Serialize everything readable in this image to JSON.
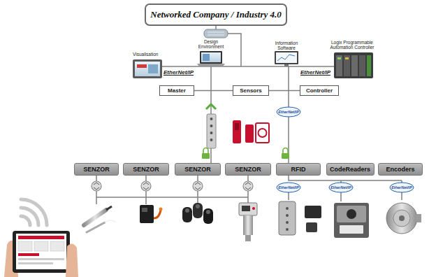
{
  "diagram": {
    "title": "Networked Company / Industry 4.0",
    "nodes": [
      {
        "text": [
          "Networked Company / Industry 4.0"
        ]
      },
      {
        "text": [
          "Master"
        ]
      },
      {
        "text": [
          "Sensors"
        ]
      },
      {
        "text": [
          "Controller"
        ]
      },
      {
        "text": [
          "SENZOR"
        ]
      },
      {
        "text": [
          "SENZOR"
        ]
      },
      {
        "text": [
          "SENZOR"
        ]
      },
      {
        "text": [
          "SENZOR"
        ]
      },
      {
        "text": [
          "RFID"
        ]
      },
      {
        "text": [
          "CodeReaders"
        ]
      },
      {
        "text": [
          "Encoders"
        ]
      }
    ],
    "edges": [
      {
        "from": 1,
        "to": 2,
        "arrow": "none"
      },
      {
        "from": 2,
        "to": 3,
        "arrow": "none"
      }
    ],
    "labels": [
      "Visualisation",
      "Design Environment",
      "Information Software",
      "Logix Programmable Automation Controller",
      "EtherNet/IP",
      "EtherNet/IP",
      "EtherNet/IP",
      "EtherNet/IP",
      "EtherNet/IP",
      "EtherNet/IP"
    ]
  }
}
